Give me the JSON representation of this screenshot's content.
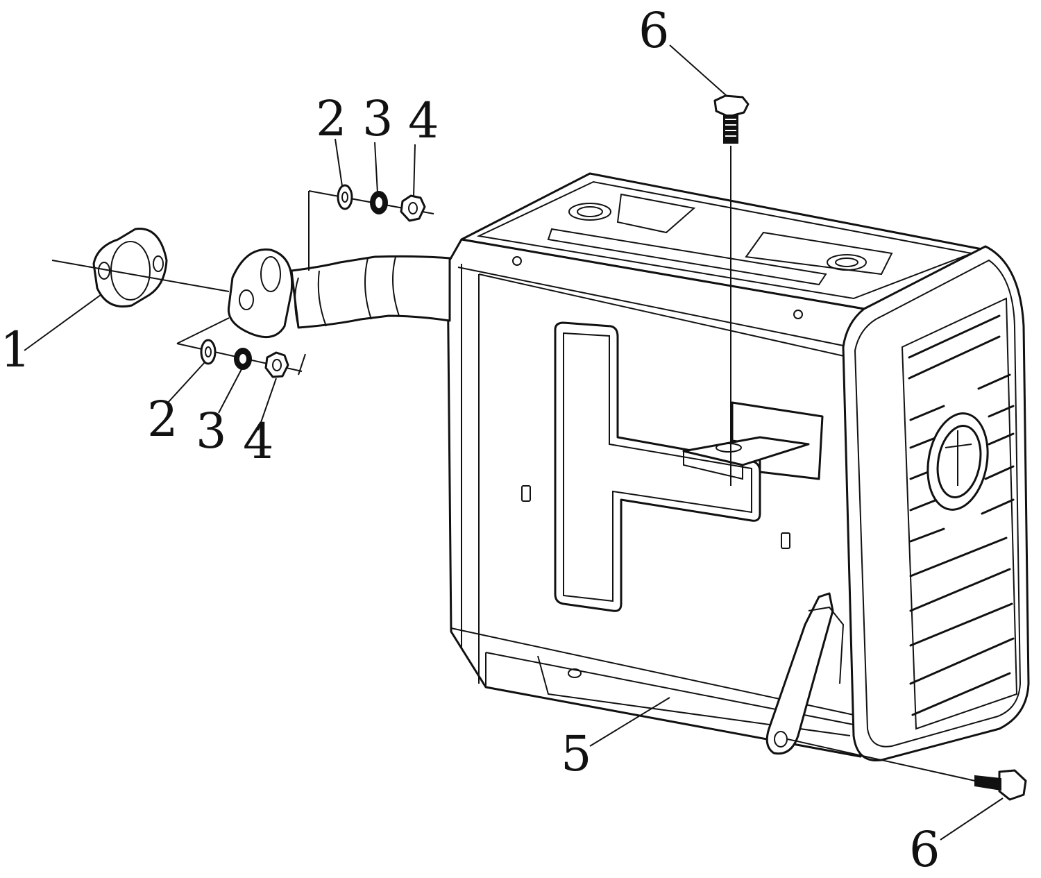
{
  "diagram": {
    "callouts": [
      {
        "id": "c1",
        "label": "1"
      },
      {
        "id": "c2a",
        "label": "2"
      },
      {
        "id": "c3a",
        "label": "3"
      },
      {
        "id": "c4a",
        "label": "4"
      },
      {
        "id": "c2b",
        "label": "2"
      },
      {
        "id": "c3b",
        "label": "3"
      },
      {
        "id": "c4b",
        "label": "4"
      },
      {
        "id": "c5",
        "label": "5"
      },
      {
        "id": "c6a",
        "label": "6"
      },
      {
        "id": "c6b",
        "label": "6"
      }
    ]
  }
}
